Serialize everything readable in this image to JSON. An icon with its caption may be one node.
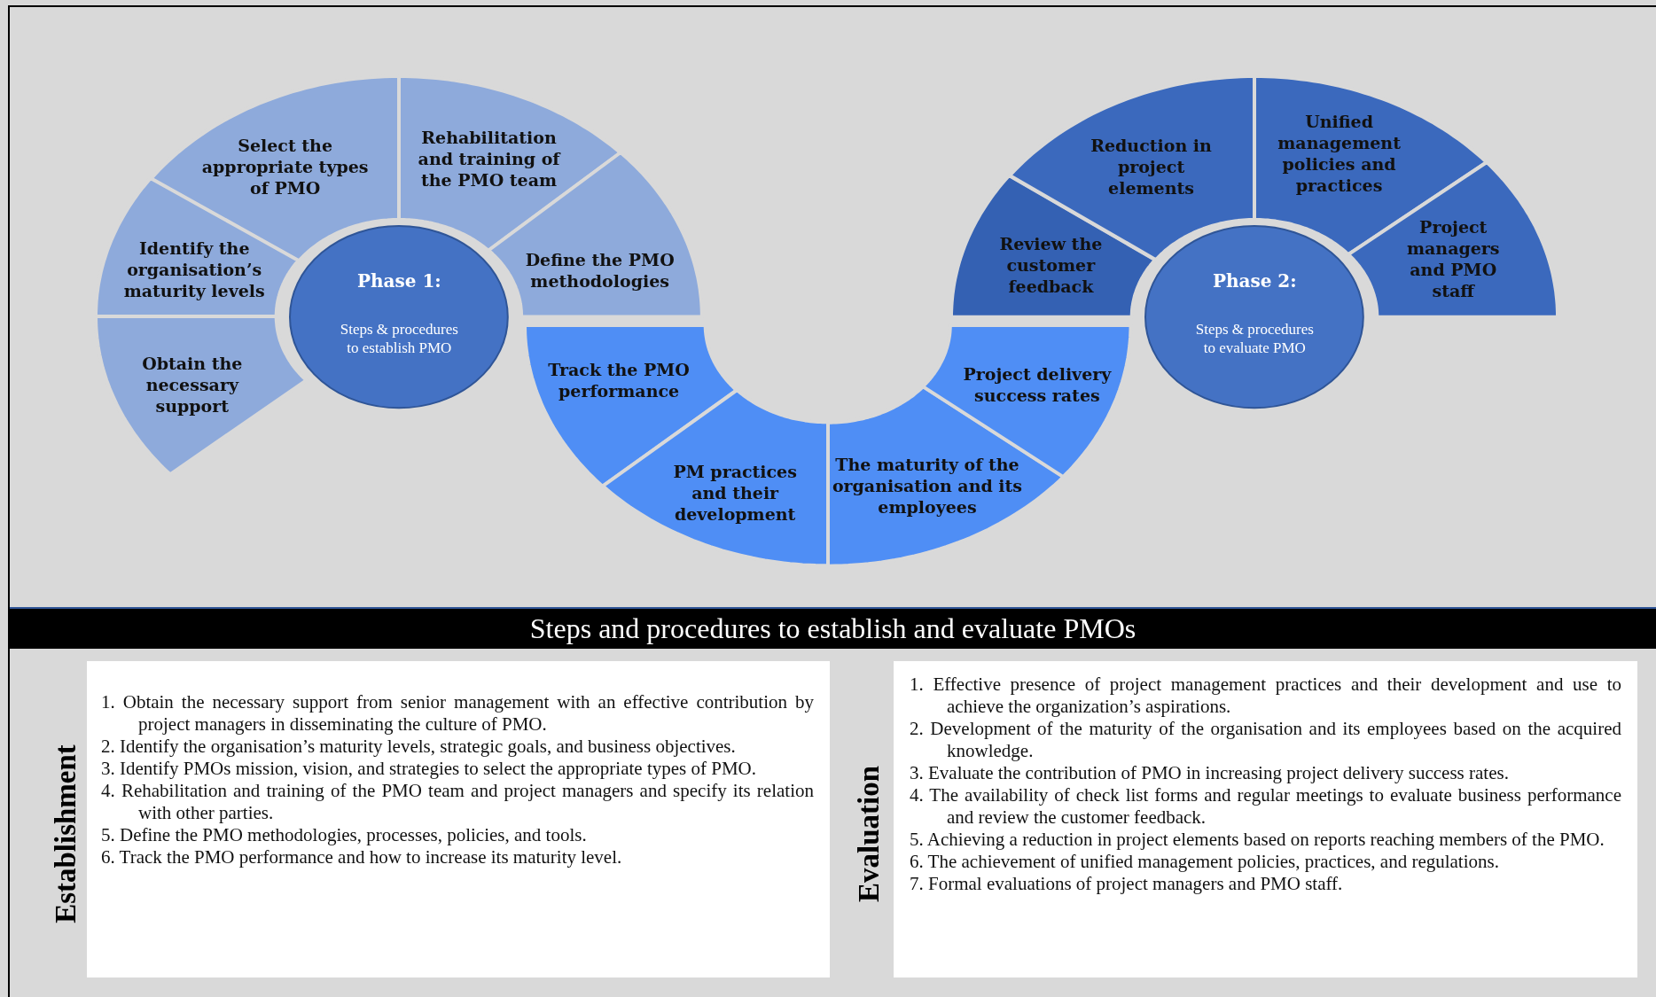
{
  "diagram": {
    "title": "Steps and procedures to establish and evaluate PMOs",
    "nodes": [
      {
        "text": [
          "Select the appropriate types of PMO"
        ]
      },
      {
        "text": [
          "Rehabilitation and training of the PMO team"
        ]
      },
      {
        "text": [
          "Identify the organisation’s maturity levels"
        ]
      },
      {
        "text": [
          "Phase 1:",
          "Steps & procedures to establish PMO"
        ]
      },
      {
        "text": [
          "Define the PMO methodologies"
        ]
      },
      {
        "text": [
          "Obtain the necessary support"
        ]
      },
      {
        "text": [
          "Track the PMO performance"
        ]
      },
      {
        "text": [
          "PM practices and their development"
        ]
      },
      {
        "text": [
          "The maturity of the organisation and its employees"
        ]
      },
      {
        "text": [
          "Project delivery success rates"
        ]
      },
      {
        "text": [
          "Review the customer feedback"
        ]
      },
      {
        "text": [
          "Reduction in project elements"
        ]
      },
      {
        "text": [
          "Unified management policies and practices"
        ]
      },
      {
        "text": [
          "Project managers and PMO staff"
        ]
      },
      {
        "text": [
          "Phase 2:",
          "Steps & procedures to evaluate PMO"
        ]
      },
      {
        "text": [
          "Establishment",
          "1. Obtain the necessary support from senior management with an effective contribution by project managers in disseminating the culture of PMO.",
          "2. Identify the organisation’s maturity levels, strategic goals, and business objectives.",
          "3. Identify PMOs mission, vision, and strategies to select the appropriate types of PMO.",
          "4. Rehabilitation and training of the PMO team and project managers and specify its relation with other parties.",
          "5. Define the PMO methodologies, processes, policies, and tools.",
          "6. Track the PMO performance and how to increase its maturity level."
        ]
      },
      {
        "text": [
          "Evaluation",
          "1. Effective presence of project management practices and their development and use to achieve the organization’s aspirations.",
          "2. Development of the maturity of the organisation and its employees based on the acquired knowledge.",
          "3. Evaluate the contribution of PMO in increasing project delivery success rates.",
          "4. The availability of check list forms and regular meetings to evaluate business performance and review the customer feedback.",
          "5. Achieving a reduction in project elements based on reports reaching members of the PMO.",
          "6. The achievement of unified management policies, practices, and regulations.",
          "7. Formal evaluations of project managers and PMO staff."
        ]
      }
    ]
  }
}
